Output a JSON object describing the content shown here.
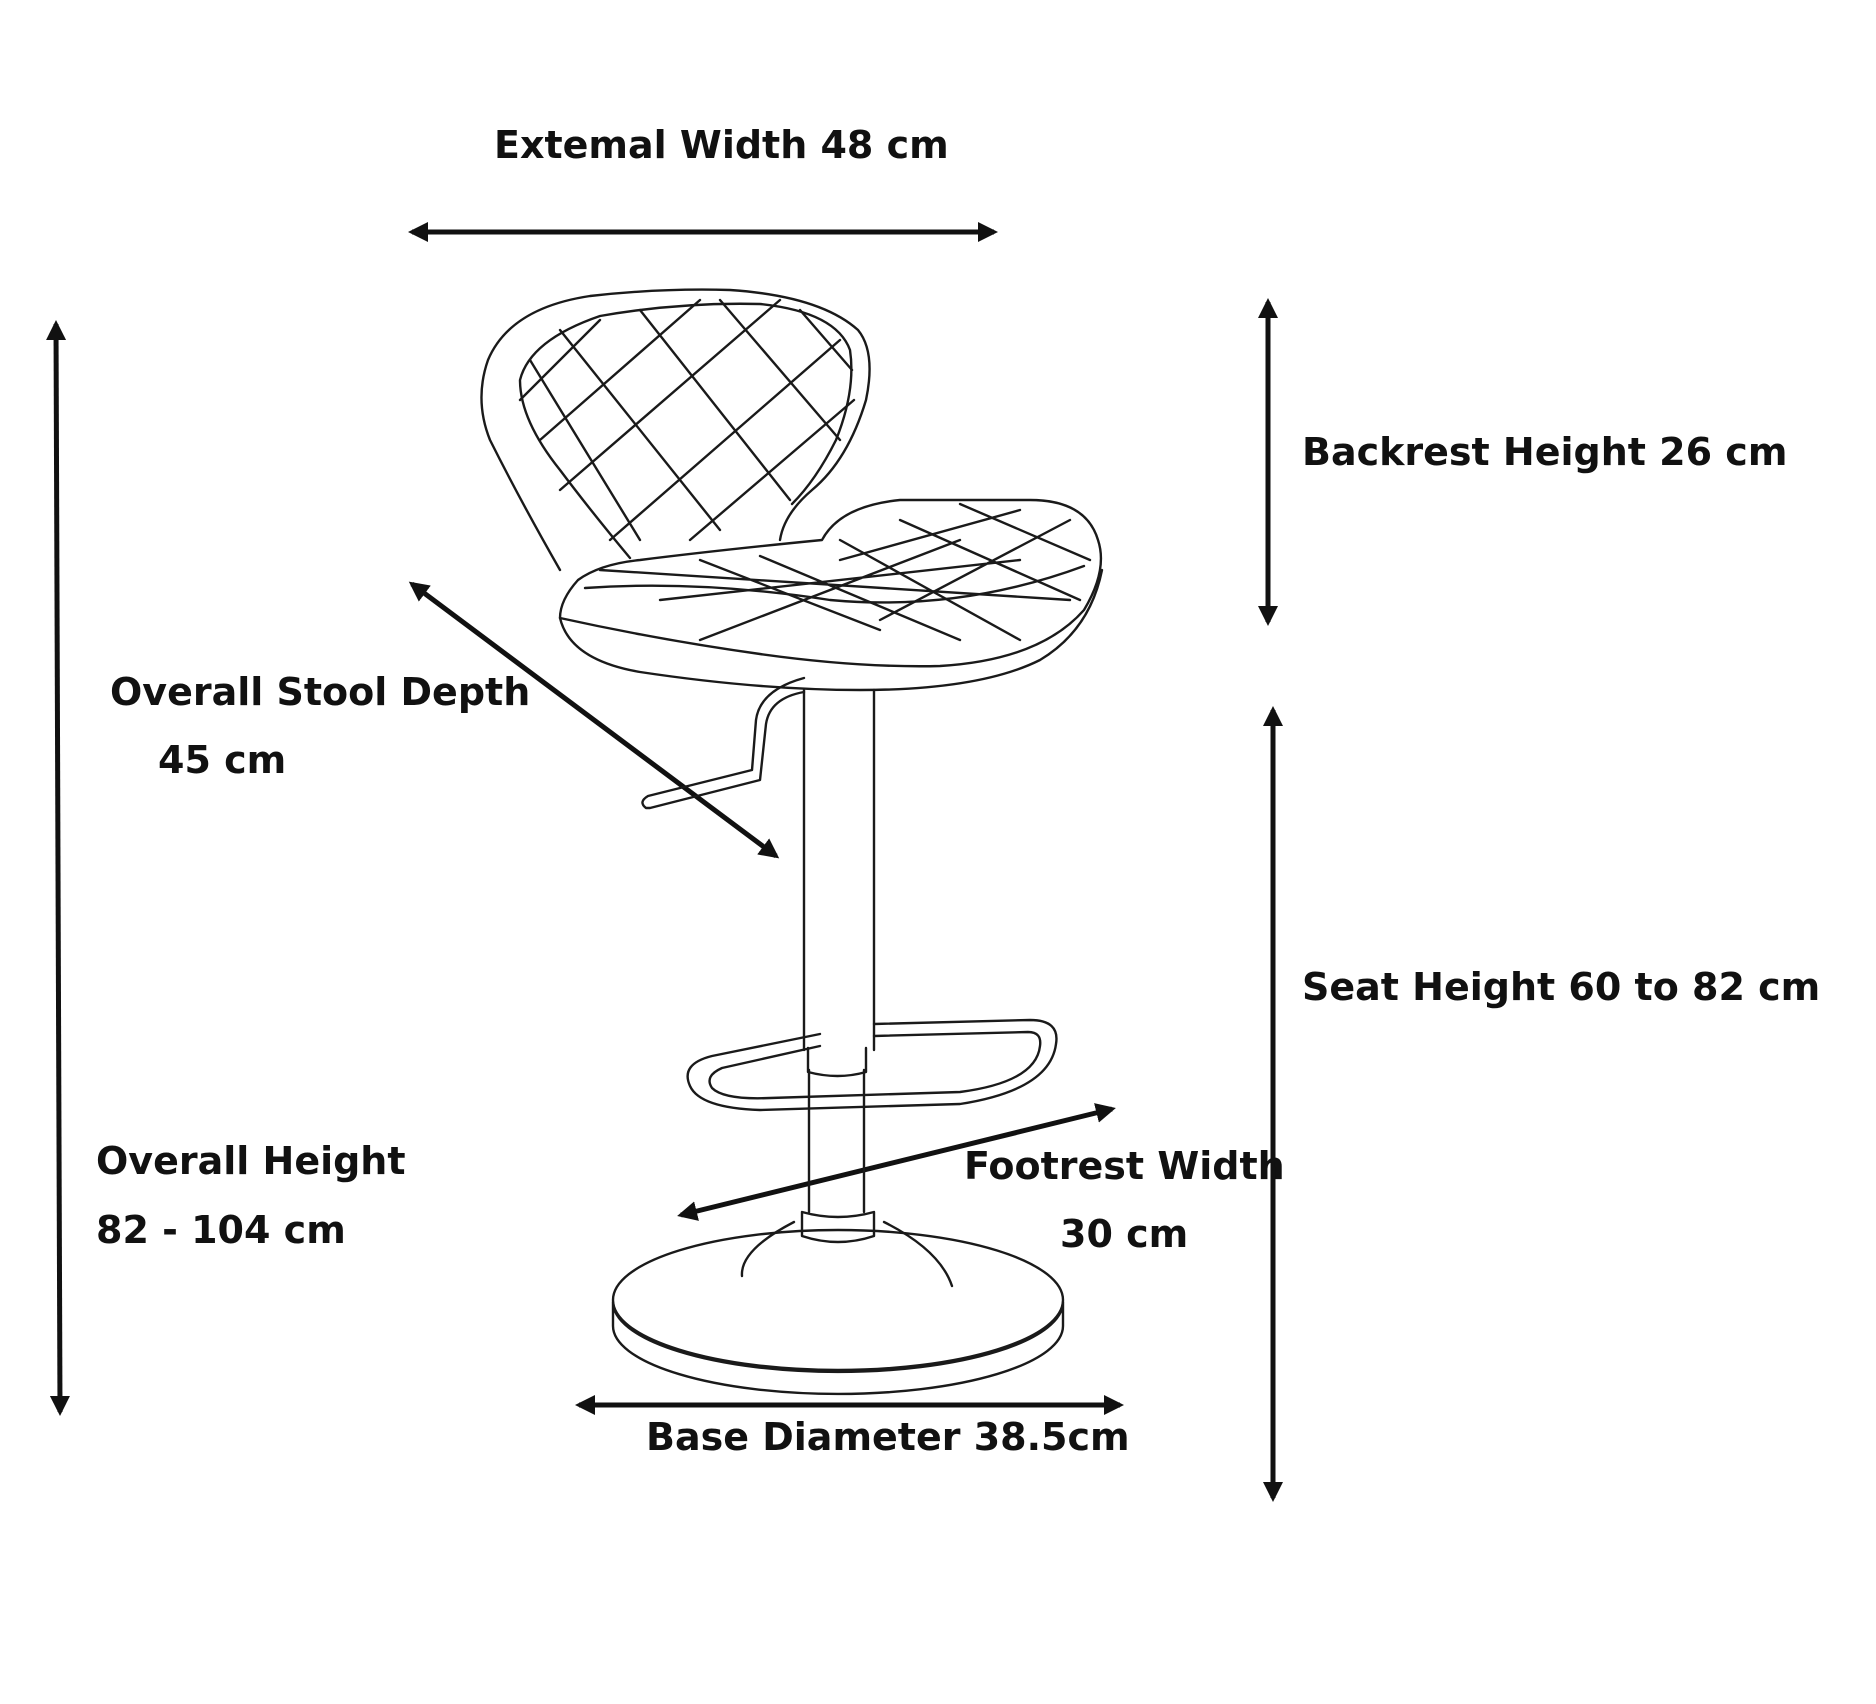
{
  "labels": {
    "external_width": "Extemal Width 48 cm",
    "backrest_height": "Backrest Height 26 cm",
    "stool_depth_title": "Overall Stool Depth",
    "stool_depth_value": "45 cm",
    "seat_height": "Seat Height 60 to 82 cm",
    "overall_height_title": "Overall Height",
    "overall_height_value": "82 - 104 cm",
    "footrest_width_title": "Footrest Width",
    "footrest_width_value": "30 cm",
    "base_diameter": "Base Diameter 38.5cm"
  },
  "colors": {
    "line": "#111111",
    "background": "#ffffff"
  }
}
